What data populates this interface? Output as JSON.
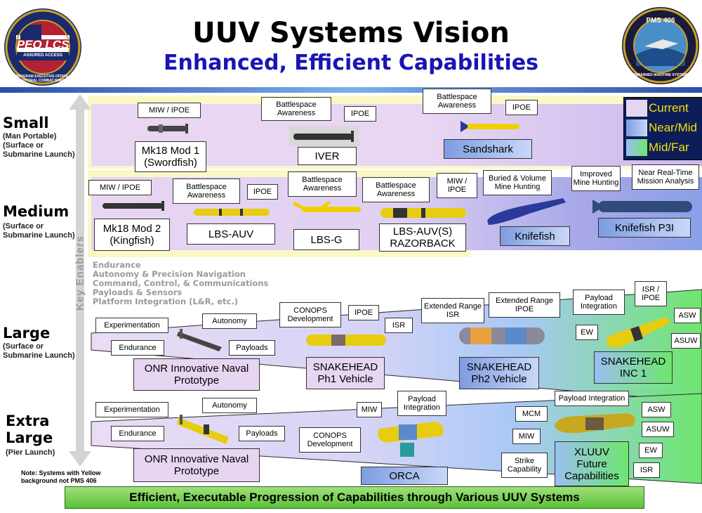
{
  "header": {
    "title": "UUV Systems Vision",
    "subtitle": "Enhanced, Efficient Capabilities",
    "logo_left": {
      "main": "PEO LCS",
      "ring": "PROGRAM EXECUTIVE OFFICE · LITTORAL COMBAT SHIPS",
      "sub": "ASSURED ACCESS"
    },
    "logo_right": {
      "main": "PMS 406",
      "ring": "UNMANNED MARITIME SYSTEMS"
    }
  },
  "legend": {
    "current": "Current",
    "near_mid": "Near/Mid",
    "mid_far": "Mid/Far"
  },
  "side_label": "Key Enablers",
  "rows": {
    "small": {
      "label": "Small",
      "sub1": "(Man Portable)",
      "sub2": "(Surface or",
      "sub3": "Submarine Launch)"
    },
    "medium": {
      "label": "Medium",
      "sub1": "(Surface or",
      "sub2": "Submarine Launch)"
    },
    "large": {
      "label": "Large",
      "sub1": "(Surface or",
      "sub2": "Submarine Launch)"
    },
    "xlarge": {
      "label1": "Extra",
      "label2": "Large",
      "sub1": "(Pier Launch)"
    }
  },
  "key_enablers": [
    "Endurance",
    "Autonomy & Precision Navigation",
    "Command, Control, & Communications",
    "Payloads & Sensors",
    "Platform Integration (L&R, etc.)"
  ],
  "small": {
    "mk18_mod1": {
      "l1": "Mk18 Mod 1",
      "l2": "(Swordfish)",
      "tag": "MIW / IPOE"
    },
    "iver": {
      "name": "IVER",
      "tag1": "Battlespace Awareness",
      "tag2": "IPOE"
    },
    "sandshark": {
      "name": "Sandshark",
      "tag1": "Battlespace Awareness",
      "tag2": "IPOE"
    }
  },
  "medium": {
    "mk18_mod2": {
      "l1": "Mk18 Mod 2",
      "l2": "(Kingfish)",
      "tag": "MIW / IPOE"
    },
    "lbs_auv": {
      "name": "LBS-AUV",
      "tag1": "Battlespace Awareness",
      "tag2": "IPOE"
    },
    "lbs_g": {
      "name": "LBS-G",
      "tag1": "Battlespace Awareness"
    },
    "razorback": {
      "l1": "LBS-AUV(S)",
      "l2": "RAZORBACK",
      "tag1": "Battlespace Awareness",
      "tag2": "MIW / IPOE"
    },
    "knifefish": {
      "name": "Knifefish",
      "tag": "Buried & Volume Mine Hunting"
    },
    "knifefish_p3i": {
      "name": "Knifefish P3I",
      "tag1": "Improved Mine Hunting",
      "tag2": "Near Real-Time Mission Analysis"
    }
  },
  "large": {
    "onr": {
      "l1": "ONR Innovative Naval",
      "l2": "Prototype",
      "tags": [
        "Experimentation",
        "Autonomy",
        "Endurance",
        "Payloads"
      ]
    },
    "snake1": {
      "l1": "SNAKEHEAD",
      "l2": "Ph1 Vehicle",
      "tags": [
        "CONOPS Development",
        "IPOE",
        "ISR"
      ]
    },
    "snake2": {
      "l1": "SNAKEHEAD",
      "l2": "Ph2 Vehicle",
      "tags": [
        "Extended Range ISR",
        "Extended Range IPOE"
      ]
    },
    "snakeinc": {
      "l1": "SNAKEHEAD",
      "l2": "INC 1",
      "tags": [
        "Payload Integration",
        "ISR / IPOE",
        "ASW",
        "EW",
        "ASUW"
      ]
    }
  },
  "xlarge": {
    "onr": {
      "l1": "ONR Innovative Naval",
      "l2": "Prototype",
      "tags": [
        "Experimentation",
        "Autonomy",
        "Endurance",
        "Payloads"
      ]
    },
    "orca": {
      "name": "ORCA",
      "tags": [
        "CONOPS Development",
        "MIW",
        "Payload Integration"
      ]
    },
    "xluuv": {
      "l1": "XLUUV",
      "l2": "Future",
      "l3": "Capabilities",
      "tags": [
        "Payload Integration",
        "MCM",
        "MIW",
        "Strike Capability",
        "ASW",
        "ASUW",
        "EW",
        "ISR"
      ]
    }
  },
  "note": {
    "l1": "Note: Systems with Yellow",
    "l2": "background not PMS 406"
  },
  "footer": "Efficient, Executable Progression of Capabilities through Various UUV Systems"
}
